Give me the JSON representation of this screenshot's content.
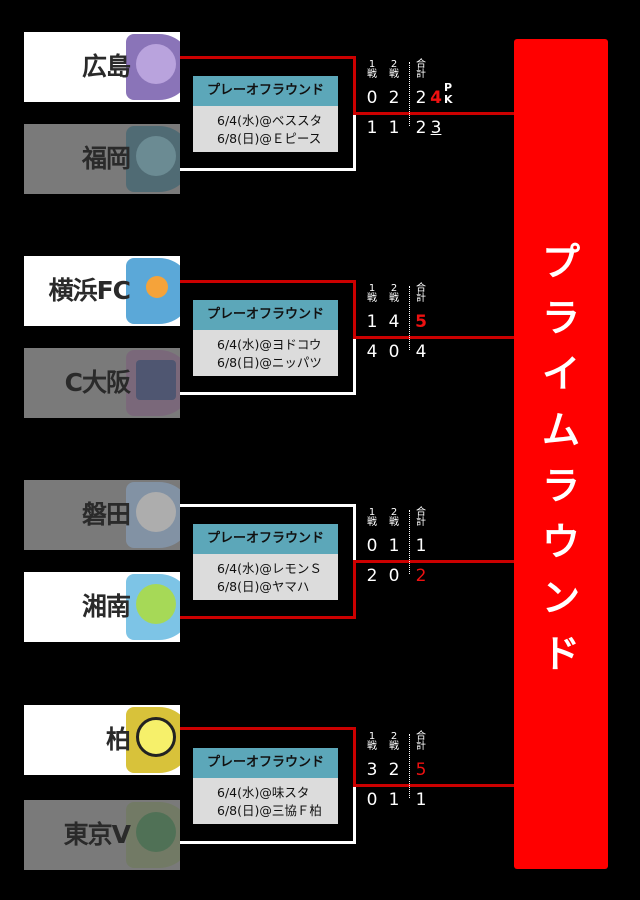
{
  "colors": {
    "background": "#000000",
    "winner_line": "#cc0000",
    "loser_line": "#ffffff",
    "header_teal": "#5ca7b9",
    "info_bg": "#dcdcdc",
    "final_panel": "#ff0000",
    "winning_total": "#ee1111"
  },
  "final_round": {
    "label": "プライムラウンド",
    "chars": [
      "プ",
      "ラ",
      "イ",
      "ム",
      "ラ",
      "ウ",
      "ン",
      "ド"
    ]
  },
  "score_headers": {
    "leg1": "1\n戦",
    "leg2": "2\n戦",
    "total": "合\n計"
  },
  "matches": [
    {
      "round_label": "プレーオフラウンド",
      "dates": [
        "6/4(水)@ベススタ",
        "6/8(日)@Ｅピース"
      ],
      "top": {
        "name": "広島",
        "leg1": "0",
        "leg2": "2",
        "total": "2",
        "pk": "4",
        "winner": true
      },
      "bottom": {
        "name": "福岡",
        "leg1": "1",
        "leg2": "1",
        "total": "2",
        "pk": "3",
        "winner": false
      },
      "pk_label": "PK"
    },
    {
      "round_label": "プレーオフラウンド",
      "dates": [
        "6/4(水)@ヨドコウ",
        "6/8(日)@ニッパツ"
      ],
      "top": {
        "name": "横浜FC",
        "leg1": "1",
        "leg2": "4",
        "total": "5",
        "winner": true
      },
      "bottom": {
        "name": "C大阪",
        "leg1": "4",
        "leg2": "0",
        "total": "4",
        "winner": false
      }
    },
    {
      "round_label": "プレーオフラウンド",
      "dates": [
        "6/4(水)@レモンＳ",
        "6/8(日)@ヤマハ"
      ],
      "top": {
        "name": "磐田",
        "leg1": "0",
        "leg2": "1",
        "total": "1",
        "winner": false
      },
      "bottom": {
        "name": "湘南",
        "leg1": "2",
        "leg2": "0",
        "total": "2",
        "winner": true
      }
    },
    {
      "round_label": "プレーオフラウンド",
      "dates": [
        "6/4(水)@味スタ",
        "6/8(日)@三協Ｆ柏"
      ],
      "top": {
        "name": "柏",
        "leg1": "3",
        "leg2": "2",
        "total": "5",
        "winner": true
      },
      "bottom": {
        "name": "東京V",
        "leg1": "0",
        "leg2": "1",
        "total": "1",
        "winner": false
      }
    }
  ]
}
